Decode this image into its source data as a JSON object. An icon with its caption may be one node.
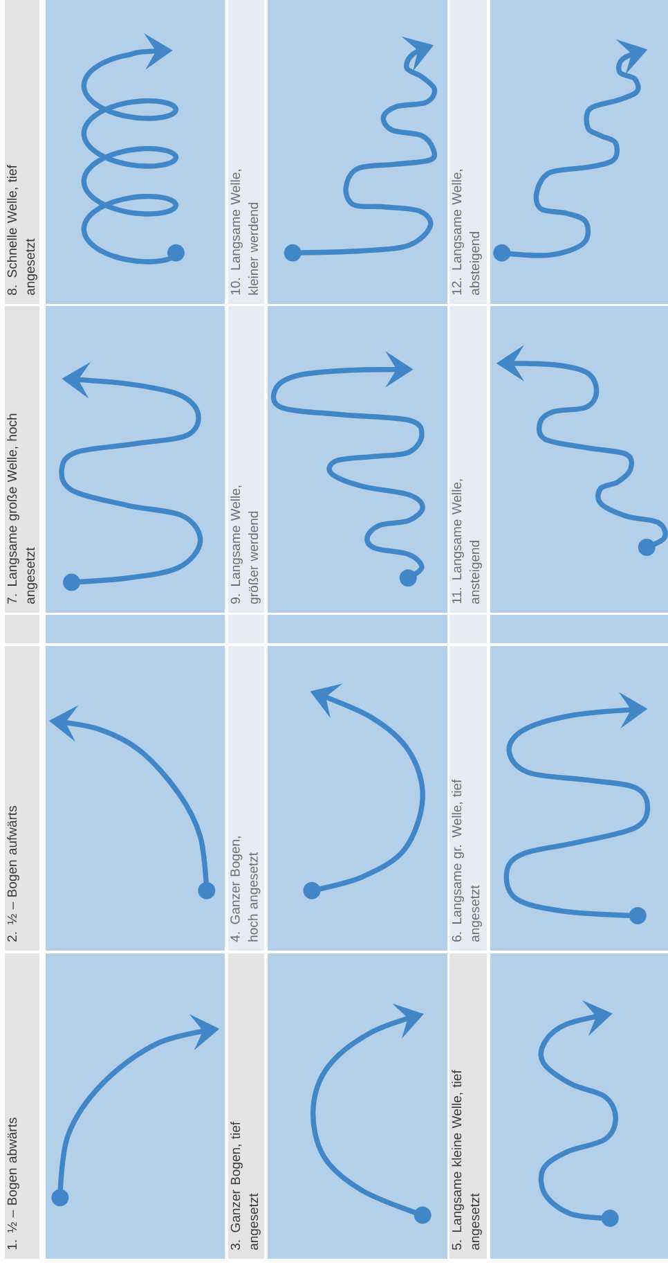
{
  "diagram": {
    "nodes": [
      {
        "text": [
          "1. ½ – Bogen abwärts"
        ]
      },
      {
        "text": [
          "2. ½ – Bogen aufwärts"
        ]
      },
      {
        "text": [
          "3. Ganzer Bogen, tief angesetzt"
        ]
      },
      {
        "text": [
          "4. Ganzer Bogen, hoch angesetzt"
        ]
      },
      {
        "text": [
          "5. Langsame kleine Welle, tief angesetzt"
        ]
      },
      {
        "text": [
          "6. Langsame gr. Welle, tief angesetzt"
        ]
      },
      {
        "text": [
          "7. Langsame große Welle, hoch angesetzt"
        ]
      },
      {
        "text": [
          "8. Schnelle Welle, tief angesetzt"
        ]
      },
      {
        "text": [
          "9. Langsame Welle, größer werdend"
        ]
      },
      {
        "text": [
          "10. Langsame Welle, kleiner werdend"
        ]
      },
      {
        "text": [
          "11. Langsame Welle, ansteigend"
        ]
      },
      {
        "text": [
          "12. Langsame Welle, absteigend"
        ]
      }
    ]
  }
}
